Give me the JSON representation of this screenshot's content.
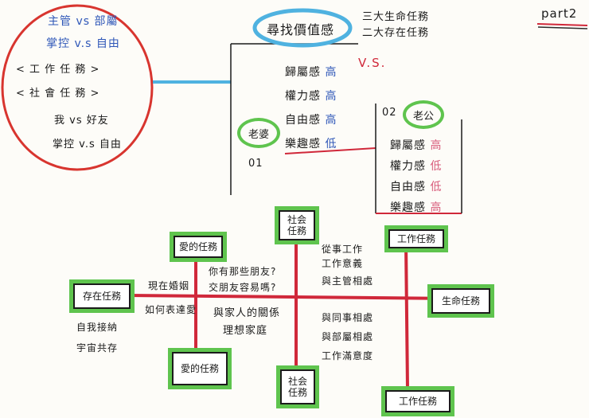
{
  "page_label": "part2",
  "circle_items": [
    "主管 vs 部屬",
    "掌控 v.s 自由",
    "< 工 作 任 務 >",
    "< 社 會 任 務 >",
    "我  vs  好友",
    "掌控 v.s 自由"
  ],
  "center_title": "尋找價值感",
  "tasks_right": [
    "三大生命任務",
    "二大存在任務"
  ],
  "vs_label": "V.S.",
  "left_list": [
    {
      "name": "歸屬感",
      "level": "高"
    },
    {
      "name": "權力感",
      "level": "高"
    },
    {
      "name": "自由感",
      "level": "高"
    },
    {
      "name": "樂趣感",
      "level": "低"
    }
  ],
  "wife_label": "老婆",
  "wife_num": "01",
  "husband_num": "02",
  "husband_label": "老公",
  "right_list": [
    {
      "name": "歸屬感",
      "level": "高"
    },
    {
      "name": "權力感",
      "level": "低"
    },
    {
      "name": "自由感",
      "level": "低"
    },
    {
      "name": "樂趣感",
      "level": "高"
    }
  ],
  "boxes": {
    "love_top": "愛的任務",
    "social_top": "社会\n任務",
    "work_top": "工作任務",
    "exist": "存在任務",
    "life": "生命任務",
    "love_bottom": "愛的任務",
    "social_bottom": "社会\n任務",
    "work_bottom": "工作任務"
  },
  "annotations": {
    "marriage": "現在婚姻",
    "how_express": "如何表達愛",
    "friends_q1": "你有那些朋友?",
    "friends_q2": "交朋友容易嗎?",
    "family_relation": "與家人的關係",
    "ideal_family": "理想家庭",
    "work_list": [
      "從事工作",
      "工作意義",
      "與主管相處"
    ],
    "colleague_list": [
      "與同事相處",
      "與部屬相處",
      "工作滿意度"
    ],
    "self_accept": "自我接納",
    "universe": "宇宙共存"
  }
}
